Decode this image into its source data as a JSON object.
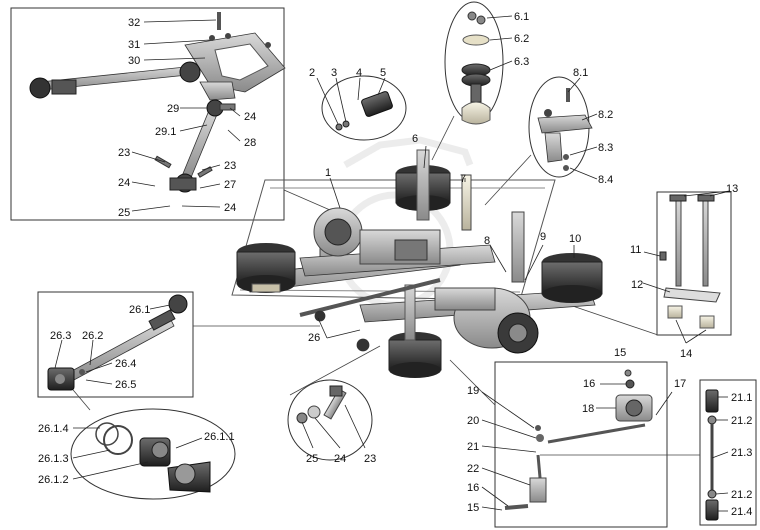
{
  "diagram": {
    "labels": [
      "1",
      "2",
      "3",
      "4",
      "5",
      "6",
      "6.1",
      "6.2",
      "6.3",
      "7",
      "8",
      "8.1",
      "8.2",
      "8.3",
      "8.4",
      "9",
      "10",
      "11",
      "12",
      "13",
      "14",
      "15",
      "16",
      "17",
      "18",
      "19",
      "20",
      "21",
      "21.1",
      "21.2",
      "21.3",
      "21.4",
      "22",
      "23",
      "24",
      "25",
      "26",
      "26.1",
      "26.1.1",
      "26.1.2",
      "26.1.3",
      "26.1.4",
      "26.2",
      "26.3",
      "26.4",
      "26.5",
      "27",
      "28",
      "29",
      "29.1",
      "30",
      "31",
      "32"
    ]
  }
}
